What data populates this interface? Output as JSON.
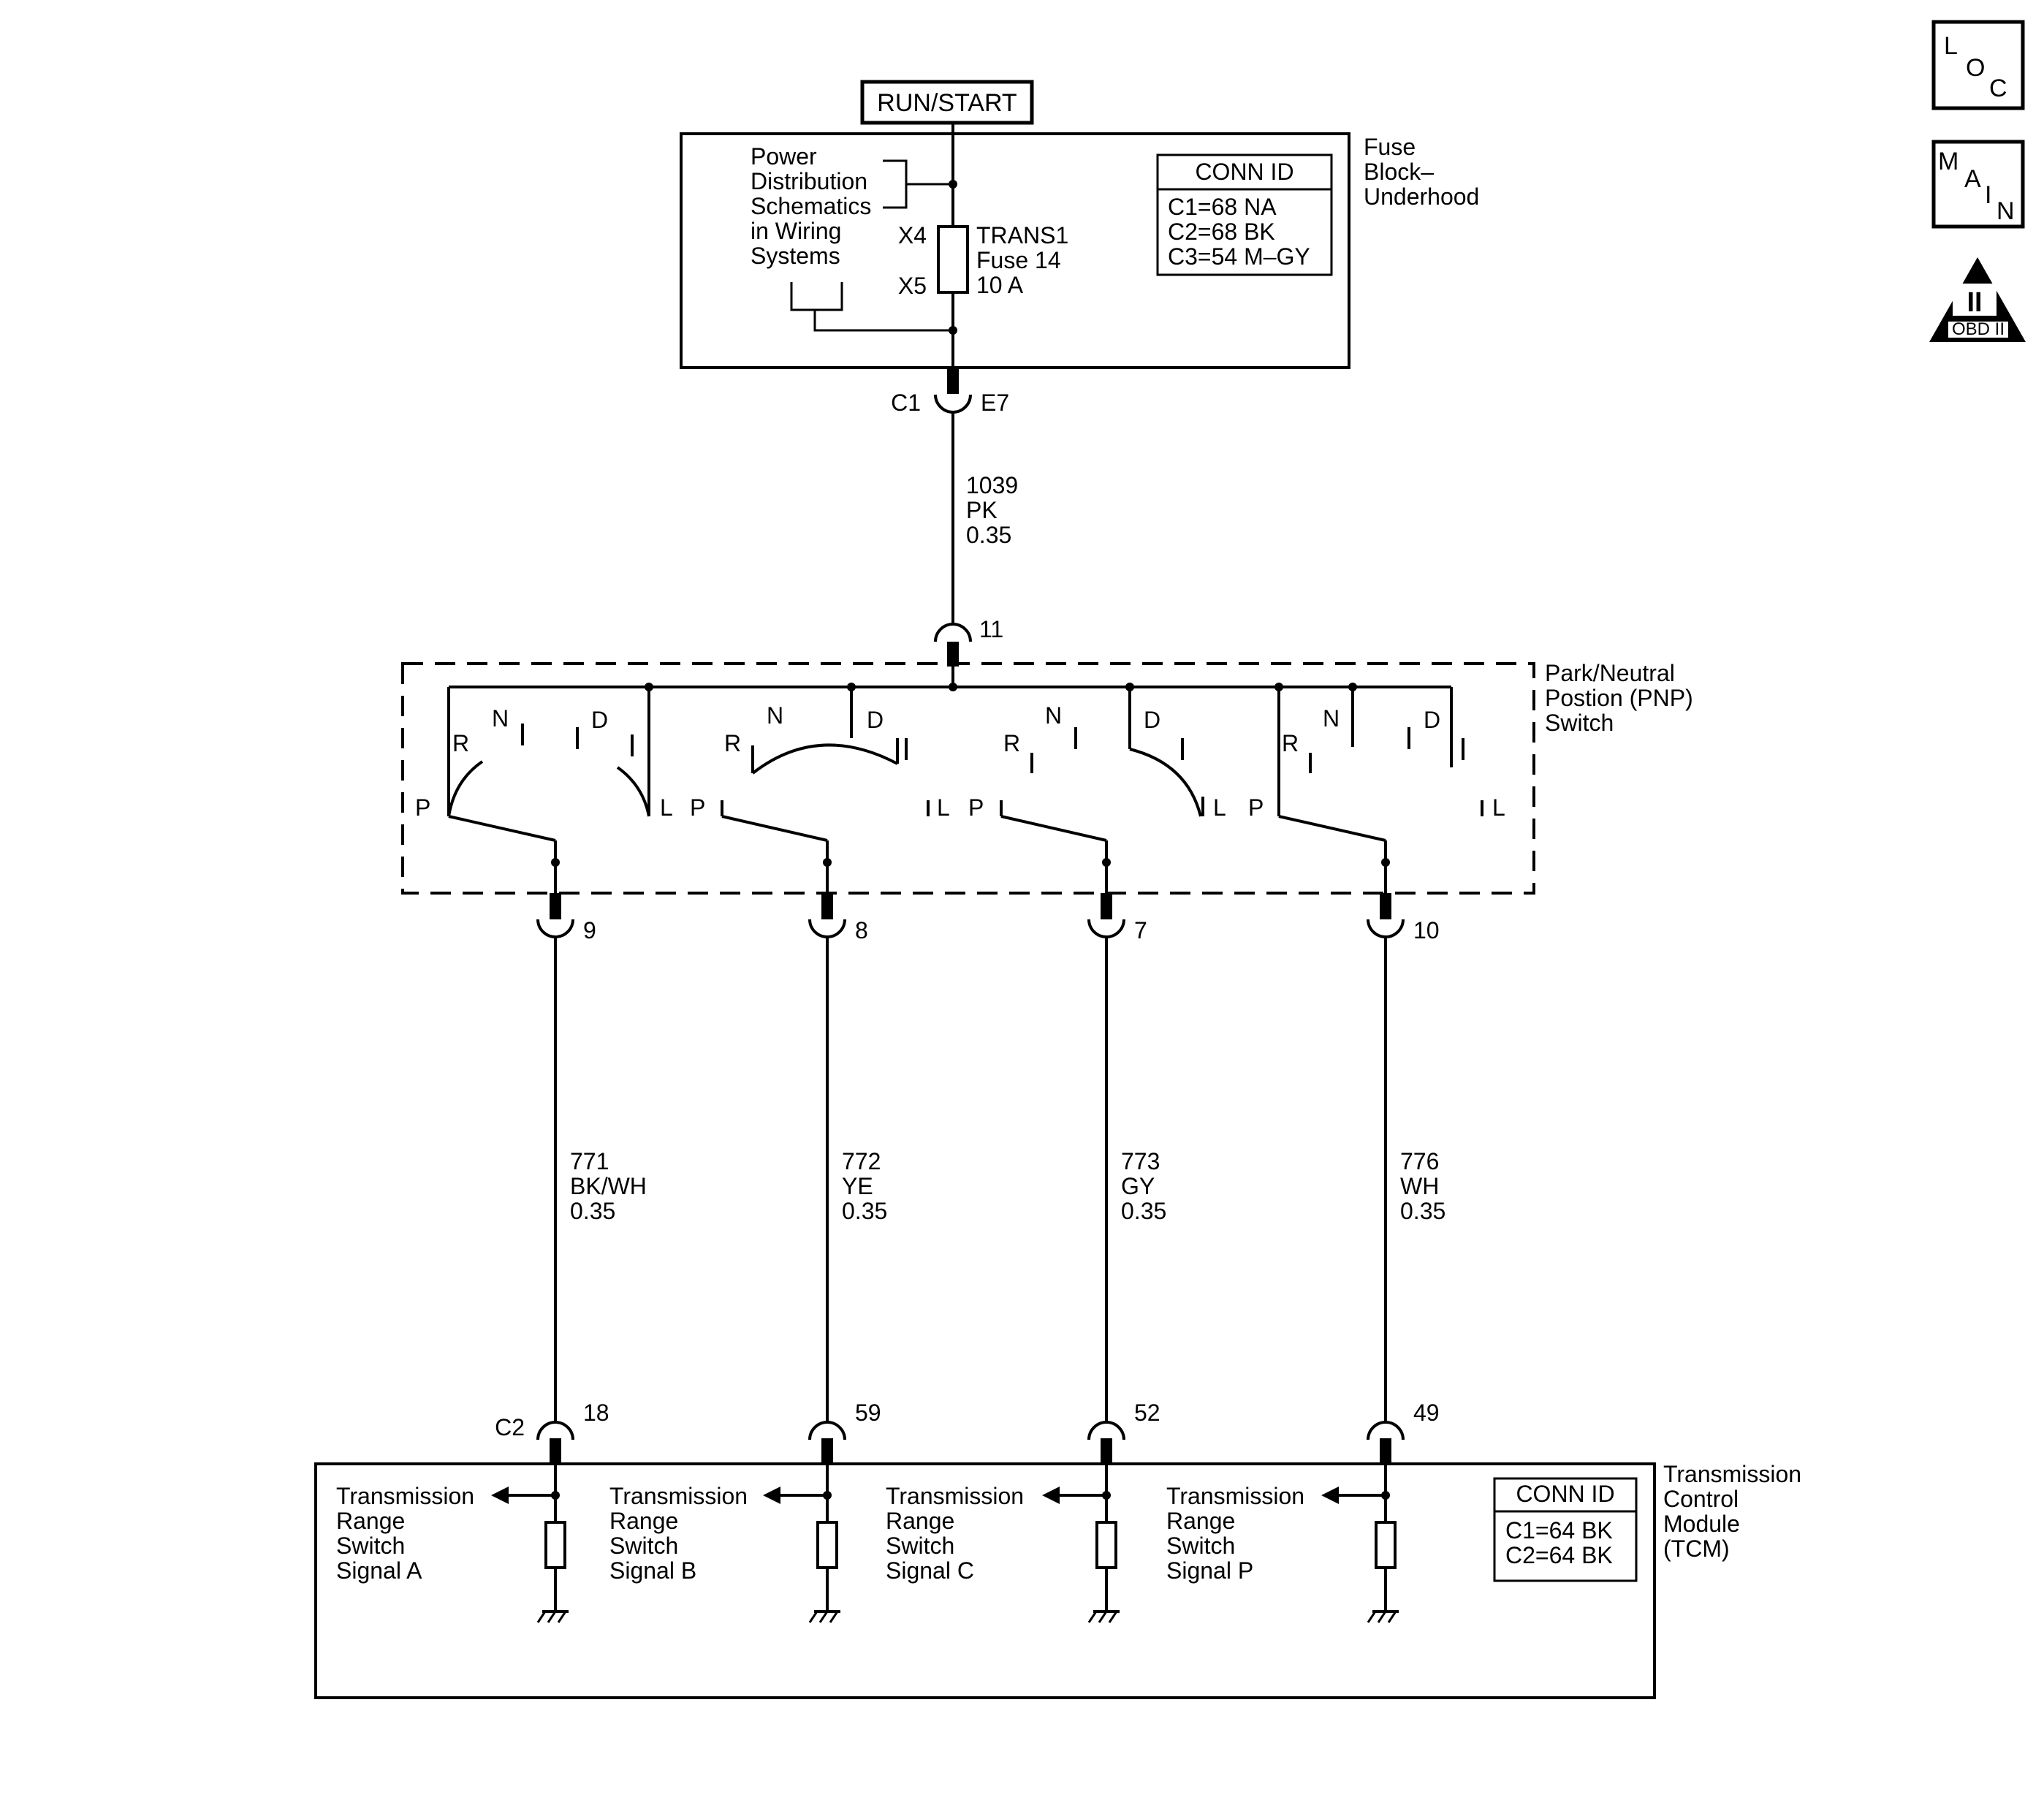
{
  "power": {
    "label": "RUN/START"
  },
  "fuse_block": {
    "name_lines": [
      "Fuse",
      "Block–",
      "Underhood"
    ],
    "ref_lines": [
      "Power",
      "Distribution",
      "Schematics",
      "in Wiring",
      "Systems"
    ],
    "fuse_lines": [
      "TRANS1",
      "Fuse 14",
      "10 A"
    ],
    "pin_top": "X4",
    "pin_bottom": "X5",
    "conn_title": "CONN ID",
    "conn_lines": [
      "C1=68 NA",
      "C2=68 BK",
      "C3=54 M–GY"
    ],
    "connector": "C1",
    "pin": "E7"
  },
  "feed_wire": {
    "circuit": "1039",
    "color": "PK",
    "size": "0.35"
  },
  "pnp_switch": {
    "input_pin": "11",
    "name_lines": [
      "Park/Neutral",
      "Postion (PNP)",
      "Switch"
    ],
    "positions": [
      "P",
      "R",
      "N",
      "D",
      "L"
    ]
  },
  "signals": [
    {
      "switch_pin": "9",
      "circuit": "771",
      "color": "BK/WH",
      "size": "0.35",
      "tcm_pin": "18",
      "label_lines": [
        "Transmission",
        "Range",
        "Switch",
        "Signal A"
      ]
    },
    {
      "switch_pin": "8",
      "circuit": "772",
      "color": "YE",
      "size": "0.35",
      "tcm_pin": "59",
      "label_lines": [
        "Transmission",
        "Range",
        "Switch",
        "Signal B"
      ]
    },
    {
      "switch_pin": "7",
      "circuit": "773",
      "color": "GY",
      "size": "0.35",
      "tcm_pin": "52",
      "label_lines": [
        "Transmission",
        "Range",
        "Switch",
        "Signal C"
      ]
    },
    {
      "switch_pin": "10",
      "circuit": "776",
      "color": "WH",
      "size": "0.35",
      "tcm_pin": "49",
      "label_lines": [
        "Transmission",
        "Range",
        "Switch",
        "Signal P"
      ]
    }
  ],
  "tcm": {
    "connector": "C2",
    "name_lines": [
      "Transmission",
      "Control",
      "Module",
      "(TCM)"
    ],
    "conn_title": "CONN ID",
    "conn_lines": [
      "C1=64 BK",
      "C2=64 BK"
    ]
  },
  "side_icons": {
    "loc": [
      "L",
      "O",
      "C"
    ],
    "main": [
      "M",
      "A",
      "I",
      "N"
    ],
    "obd_roman": "II",
    "obd_label": "OBD II"
  }
}
